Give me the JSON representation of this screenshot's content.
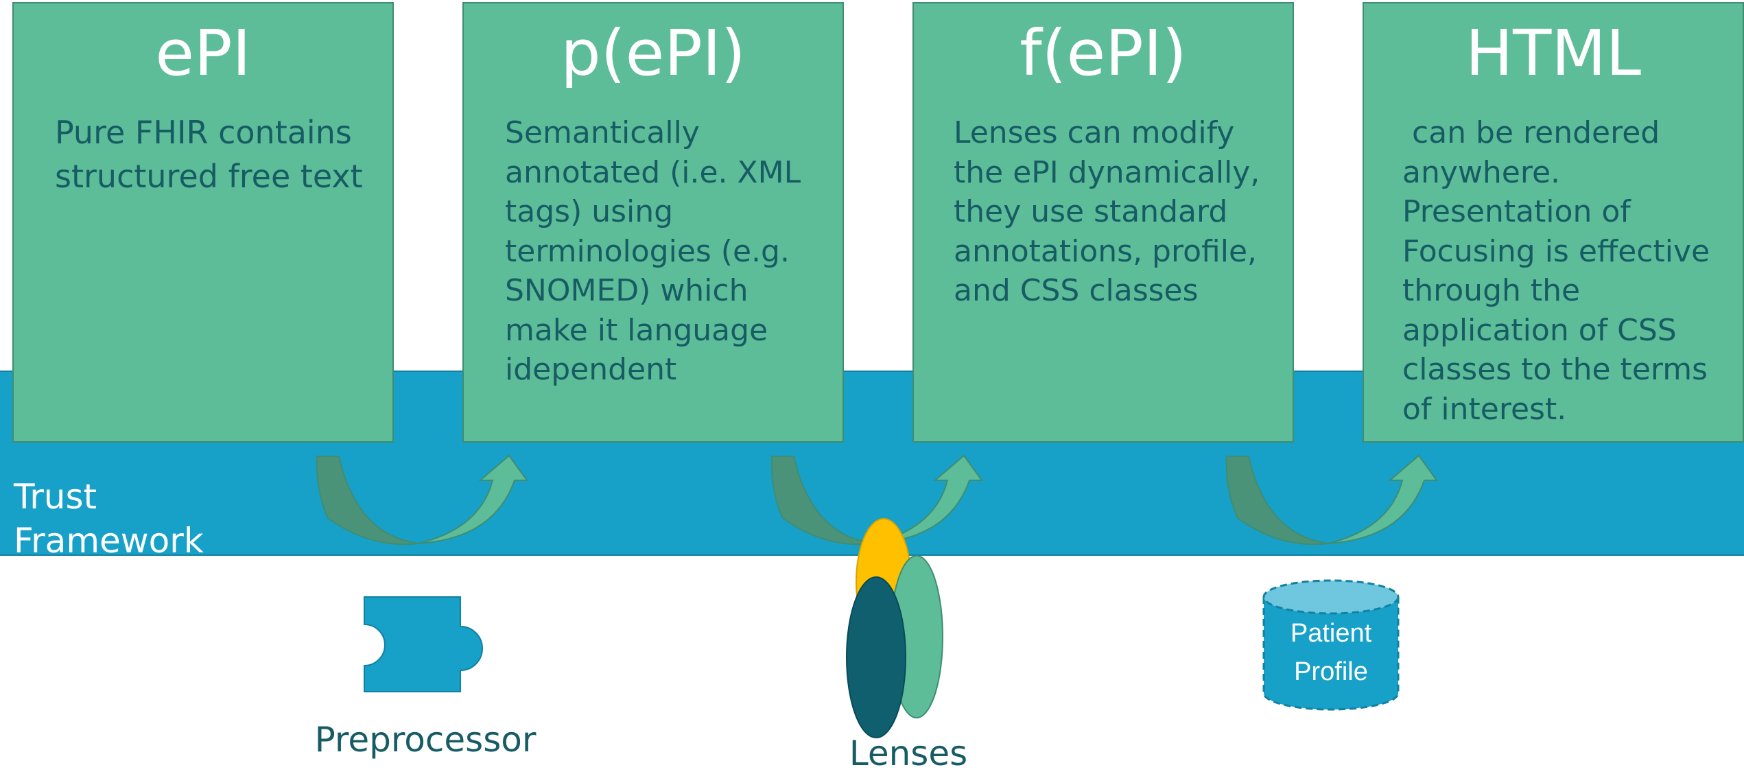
{
  "band": {
    "label": "Trust Framework"
  },
  "cards": [
    {
      "title": "ePI",
      "text": "Pure FHIR contains structured free text"
    },
    {
      "title": "p(ePI)",
      "text": "Semantically annotated (i.e. XML tags) using terminologies (e.g. SNOMED) which make it language idependent"
    },
    {
      "title": "f(ePI)",
      "text": "Lenses can modify the ePI dynamically, they use standard annotations, profile, and CSS classes"
    },
    {
      "title": "HTML",
      "text": " can be rendered anywhere. Presentation of Focusing is effective through the application of CSS classes to the terms of interest."
    }
  ],
  "captions": {
    "preprocessor": "Preprocessor",
    "lenses": "Lenses"
  },
  "cylinder": {
    "label_line1": "Patient",
    "label_line2": "Profile"
  },
  "icons": {
    "preprocessor": "puzzle-piece-icon",
    "lenses": "overlapping-lenses-icon",
    "patient_profile": "database-cylinder-icon",
    "transition": "curved-arrow-icon"
  },
  "colors": {
    "card": "#5cbd98",
    "band": "#17a0c8",
    "text": "#175c64",
    "lens_yellow": "#ffc000",
    "lens_dark": "#0f5f6f"
  }
}
